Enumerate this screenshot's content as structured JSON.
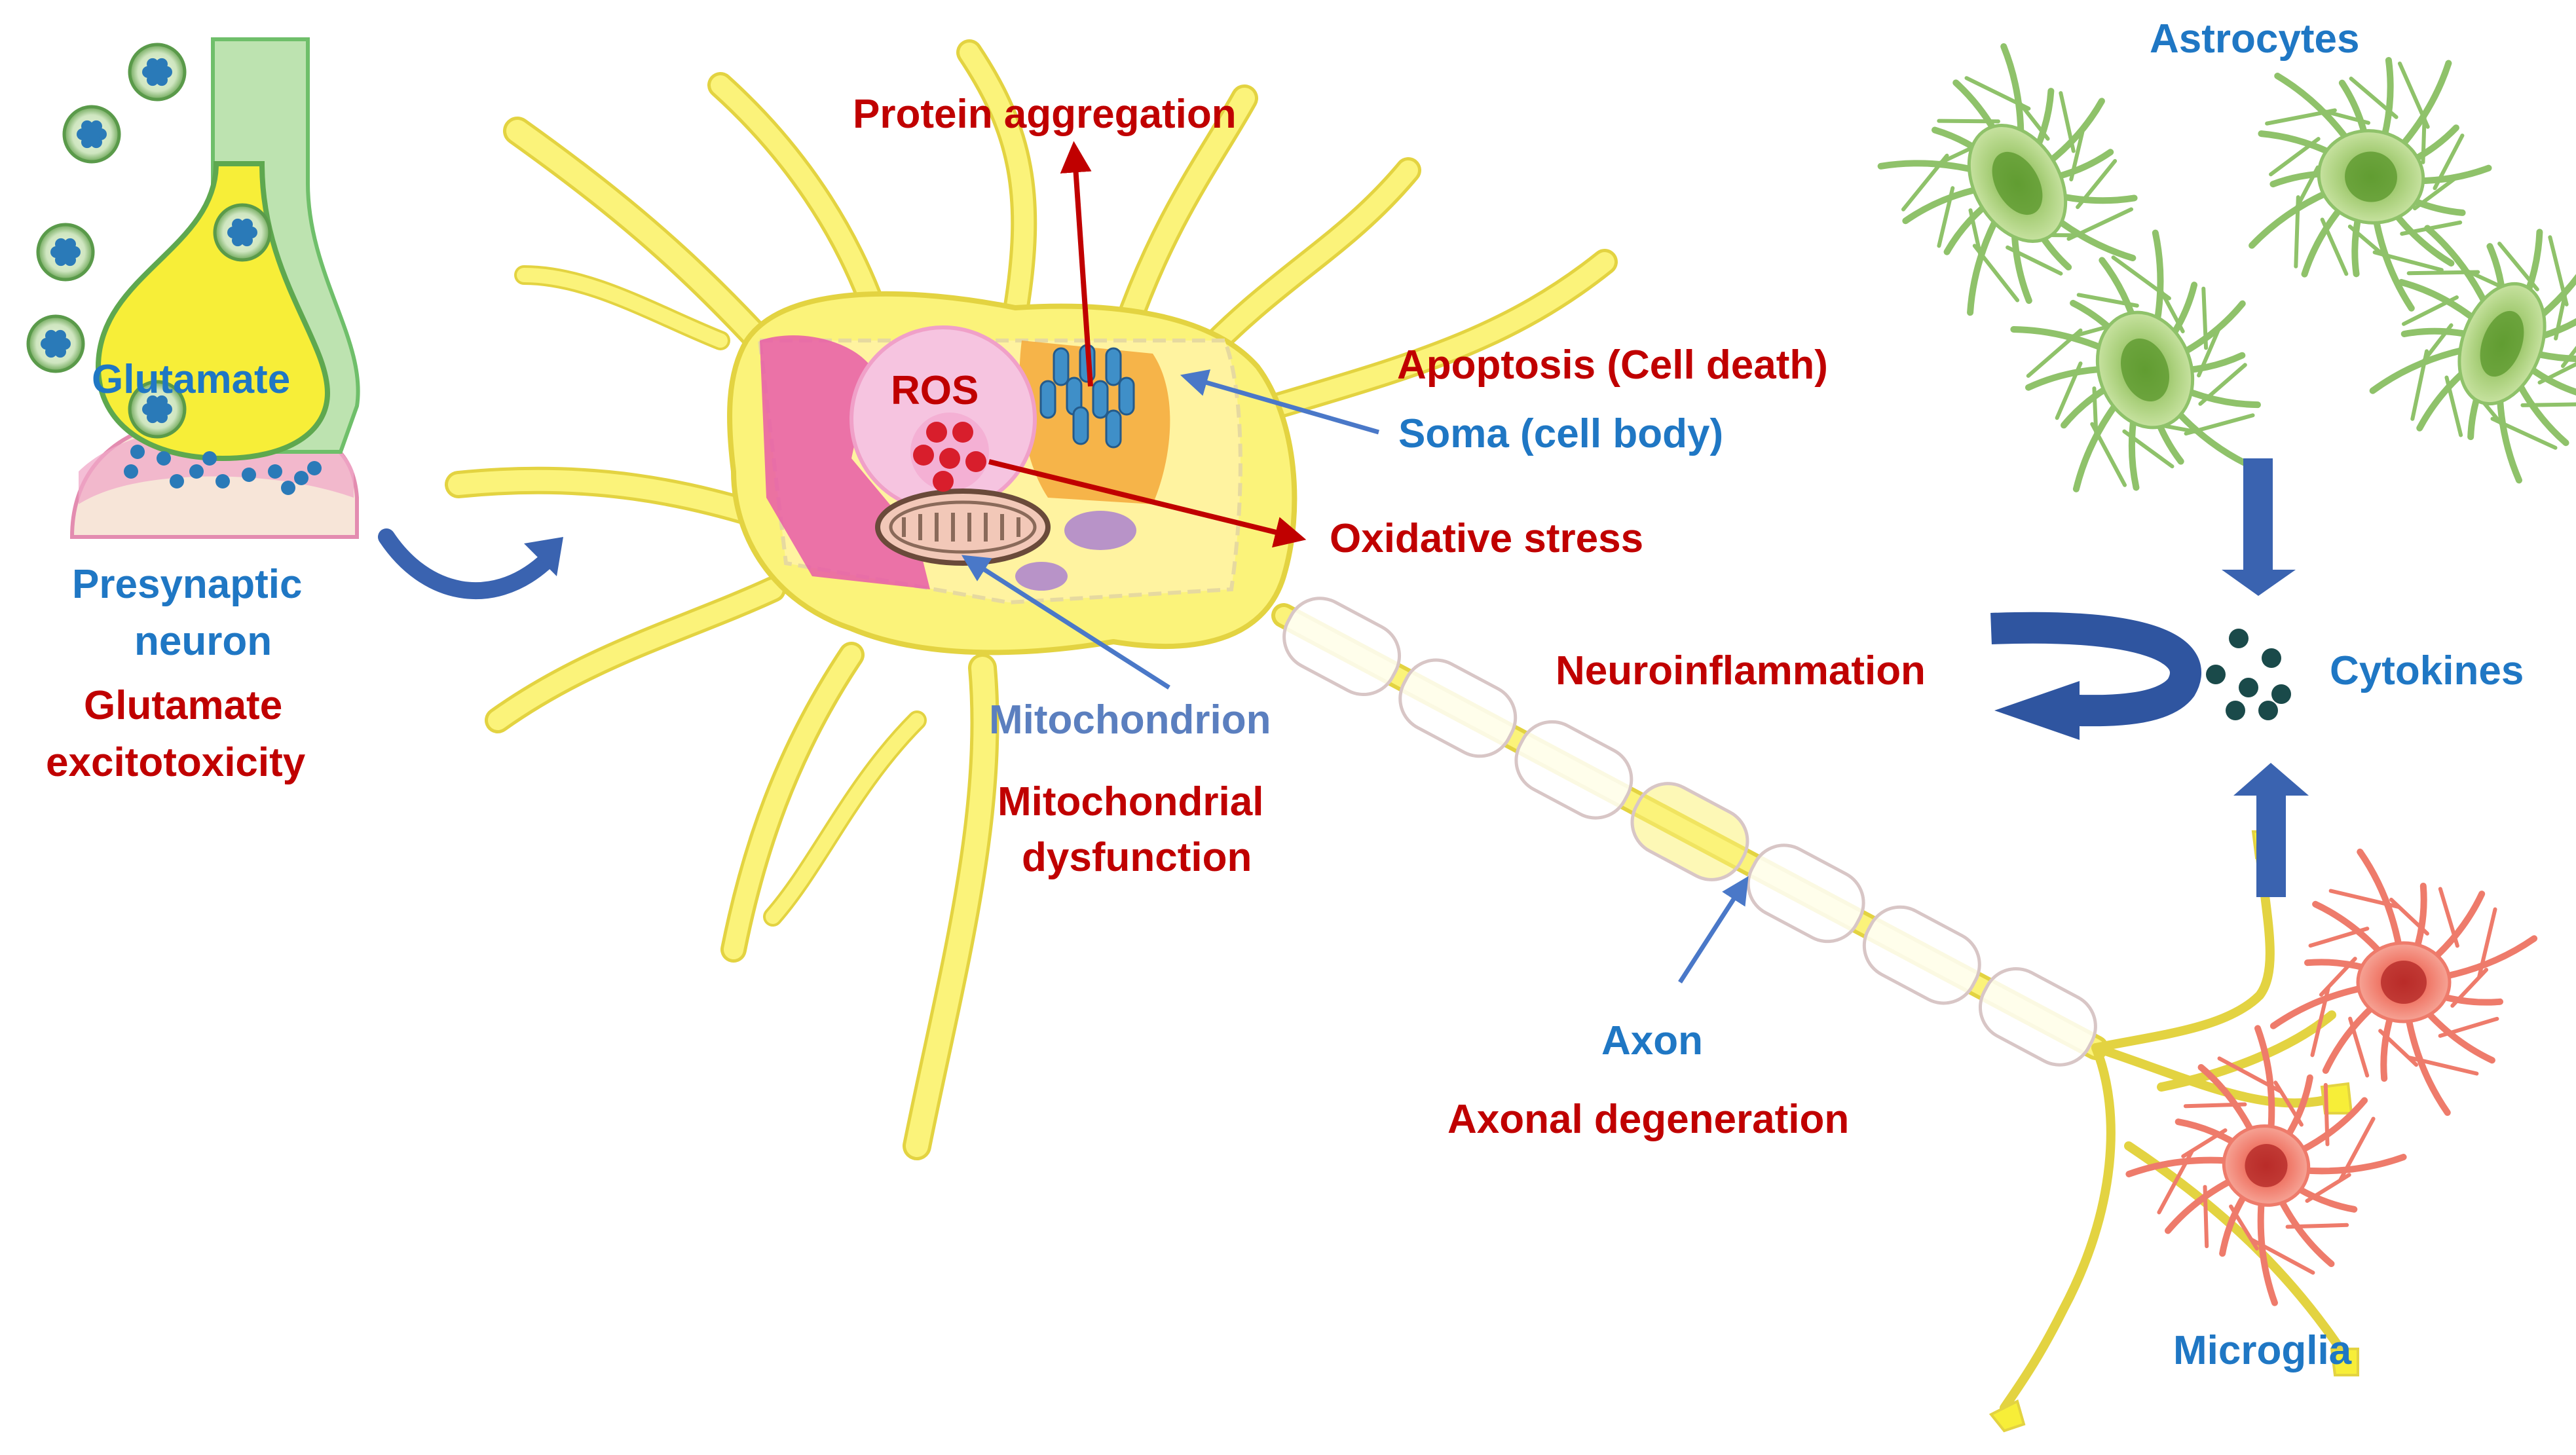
{
  "labels": {
    "glutamate": "Glutamate",
    "presynaptic_line1": "Presynaptic",
    "presynaptic_line2": "neuron",
    "excito_line1": "Glutamate",
    "excito_line2": "excitotoxicity",
    "protein_aggregation": "Protein aggregation",
    "ros": "ROS",
    "apoptosis": "Apoptosis (Cell death)",
    "soma": "Soma (cell body)",
    "oxidative_stress": "Oxidative stress",
    "mitochondrion": "Mitochondrion",
    "mito_dys_line1": "Mitochondrial",
    "mito_dys_line2": "dysfunction",
    "neuroinflammation": "Neuroinflammation",
    "cytokines": "Cytokines",
    "astrocytes": "Astrocytes",
    "microglia": "Microglia",
    "axon": "Axon",
    "axonal_degeneration": "Axonal degeneration"
  },
  "colors": {
    "blue_label": "#1f77c4",
    "red_label": "#c00000",
    "slate_label": "#5b7fbf",
    "neuron_fill": "#fbf37a",
    "neuron_stroke": "#e3d341",
    "astrocyte": "#a9cf7a",
    "microglia": "#f07a6a",
    "arrow_blue": "#3a63b0",
    "cytokine": "#1a4a4a"
  }
}
